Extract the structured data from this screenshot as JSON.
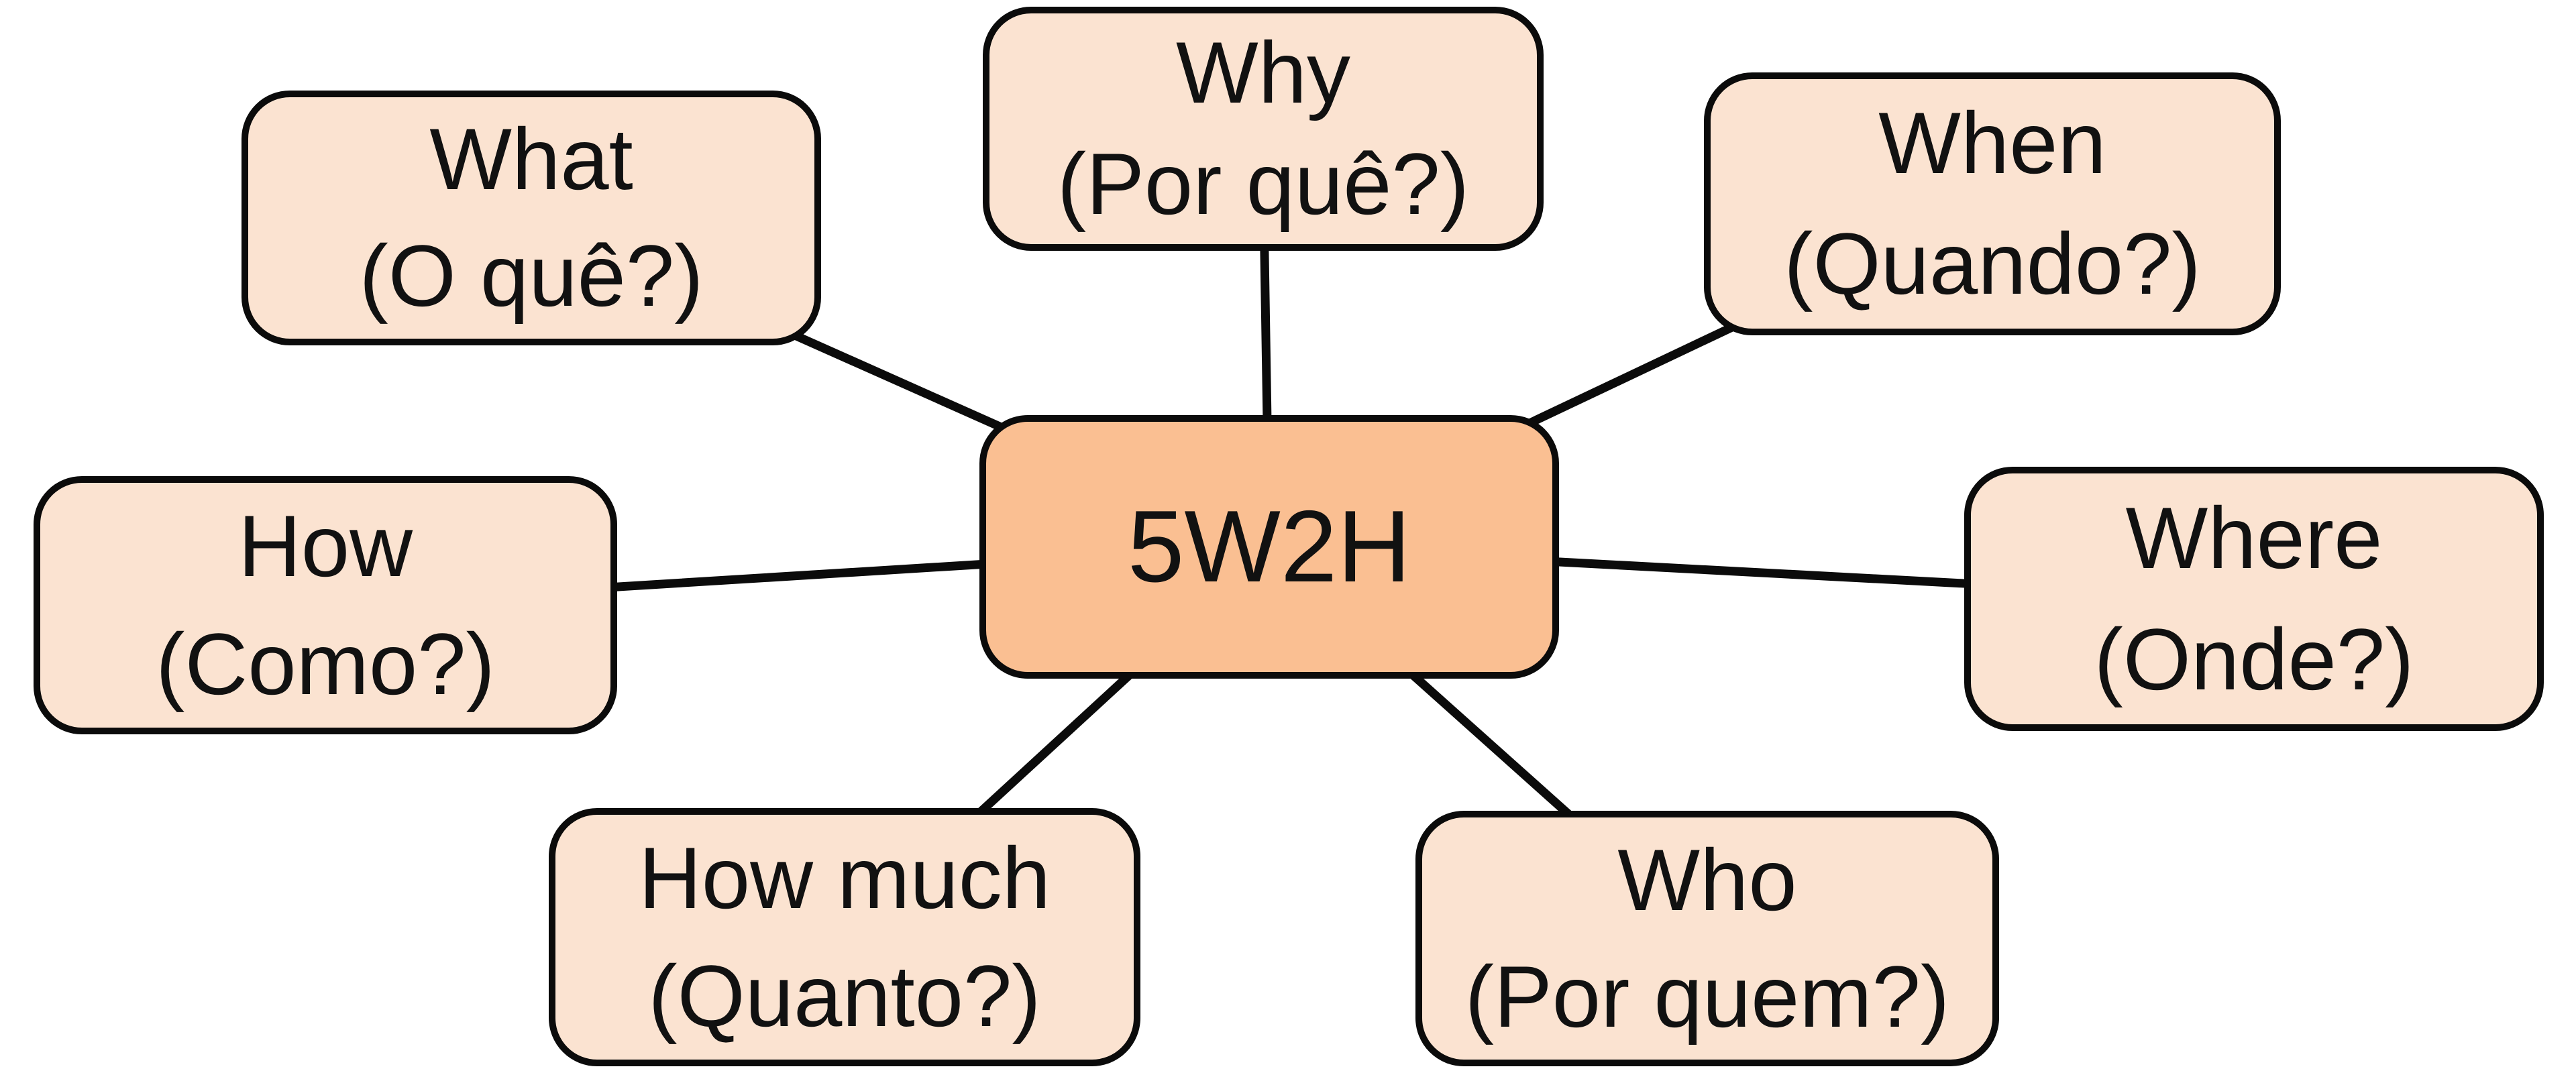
{
  "diagram": {
    "type": "mind-map",
    "colors": {
      "hub_fill": "#FABF92",
      "node_fill": "#FBE3D1",
      "outline": "#0B0B0B"
    },
    "hub": {
      "label": "5W2H"
    },
    "nodes": [
      {
        "id": "what",
        "line1": "What",
        "line2": "(O quê?)"
      },
      {
        "id": "why",
        "line1": "Why",
        "line2": "(Por quê?)"
      },
      {
        "id": "when",
        "line1": "When",
        "line2": "(Quando?)"
      },
      {
        "id": "how",
        "line1": "How",
        "line2": "(Como?)"
      },
      {
        "id": "where",
        "line1": "Where",
        "line2": "(Onde?)"
      },
      {
        "id": "how-much",
        "line1": "How much",
        "line2": "(Quanto?)"
      },
      {
        "id": "who",
        "line1": "Who",
        "line2": "(Por quem?)"
      }
    ]
  }
}
